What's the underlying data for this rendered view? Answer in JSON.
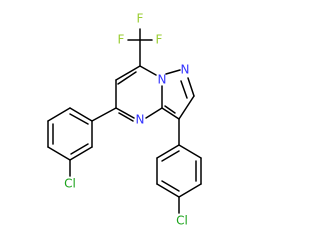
{
  "colors": {
    "bond": "#000000",
    "nitrogen": "#3333ff",
    "fluorine": "#9acd32",
    "chlorine": "#1aa31a",
    "background": "#ffffff"
  },
  "atoms": {
    "n_pyrazole": "N",
    "n_bridge": "N",
    "n_pyrimidine": "N",
    "f_top": "F",
    "f_left": "F",
    "f_right": "F",
    "cl_left": "Cl",
    "cl_right": "Cl"
  }
}
